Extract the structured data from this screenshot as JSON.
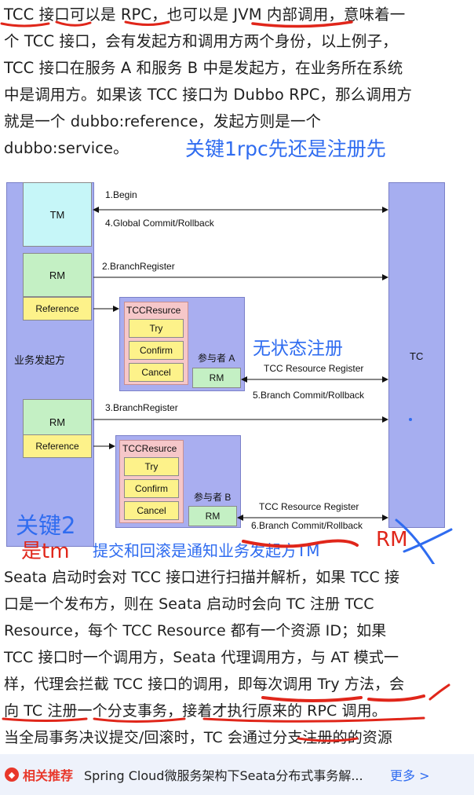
{
  "intro": {
    "lines": [
      "TCC 接口可以是 RPC，也可以是 JVM 内部调用，意味着一",
      "个 TCC 接口，会有发起方和调用方两个身份，以上例子，",
      "TCC 接口在服务 A 和服务 B 中是发起方，在业务所在系统",
      "中是调用方。如果该 TCC 接口为 Dubbo RPC，那么调用方",
      "就是一个 dubbo:reference，发起方则是一个",
      "dubbo:service。"
    ]
  },
  "annotations": {
    "key1": "关键1rpc先还是注册先",
    "stateless": "无状态注册",
    "key2_line1": "关键2",
    "key2_line2": "是tm",
    "notify": "提交和回滚是通知业务发起方TM",
    "rm_scribble": "RM"
  },
  "diagram": {
    "initiator_label": "业务发起方",
    "tc_label": "TC",
    "tm_label": "TM",
    "rm1_label": "RM",
    "reference1_label": "Reference",
    "rm2_label": "RM",
    "reference2_label": "Reference",
    "participant_a": {
      "title": "TCCResurce",
      "try": "Try",
      "confirm": "Confirm",
      "cancel": "Cancel",
      "name": "参与者 A",
      "rm": "RM"
    },
    "participant_b": {
      "title": "TCCResurce",
      "try": "Try",
      "confirm": "Confirm",
      "cancel": "Cancel",
      "name": "参与者 B",
      "rm": "RM"
    },
    "arrows": {
      "begin": "1.Begin",
      "global_commit": "4.Global Commit/Rollback",
      "branch_register_2": "2.BranchRegister",
      "tcc_register_a": "TCC Resource Register",
      "branch_commit_5": "5.Branch Commit/Rollback",
      "branch_register_3": "3.BranchRegister",
      "tcc_register_b": "TCC Resource Register",
      "branch_commit_6": "6.Branch Commit/Rollback"
    }
  },
  "body2": {
    "lines": [
      "Seata 启动时会对 TCC 接口进行扫描并解析，如果 TCC 接",
      "口是一个发布方，则在 Seata 启动时会向 TC 注册 TCC",
      "Resource，每个 TCC Resource 都有一个资源 ID；如果",
      "TCC 接口时一个调用方，Seata 代理调用方，与 AT 模式一",
      "样，代理会拦截 TCC 接口的调用，即每次调用 Try 方法，会",
      "向 TC 注册一个分支事务，接着才执行原来的 RPC 调用。",
      "当全局事务决议提交/回滚时，TC 会通过分支注册的的资源"
    ]
  },
  "bottom_bar": {
    "tag": "相关推荐",
    "title": "Spring Cloud微服务架构下Seata分布式事务解...",
    "more": "更多 >"
  },
  "colors": {
    "hand_blue": "#2f6cf0",
    "hand_red": "#e0261a",
    "lane_purple": "#a6aef0",
    "tm_cyan": "#c6f6f8",
    "rm_green": "#c4f0c4",
    "reference_yellow": "#fdf28a",
    "tcc_pink": "#f6c7c9",
    "participant_bg": "#a9aef0"
  }
}
